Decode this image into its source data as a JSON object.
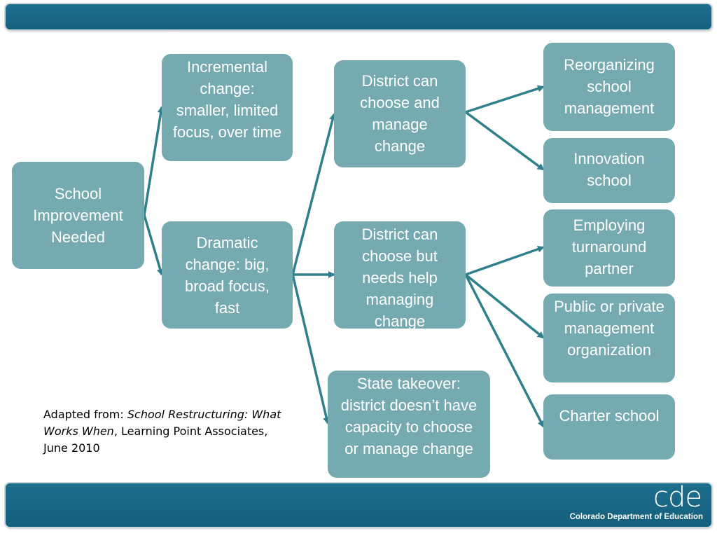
{
  "diagram": {
    "root": "School Improvement Needed",
    "incremental": "Incremental change: smaller, limited focus, over time",
    "dramatic": "Dramatic change: big, broad focus, fast",
    "district_choose_manage": "District can choose and manage change",
    "district_choose_help": "District can choose but needs help managing change",
    "state_takeover": "State takeover: district doesn’t have capacity to choose or manage change",
    "reorganizing": "Reorganizing school management",
    "innovation": "Innovation school",
    "employing": "Employing turnaround partner",
    "public_private": "Public or private management organization",
    "charter": "Charter school"
  },
  "citation": {
    "prefix": "Adapted from: ",
    "title": "School Restructuring: What Works When",
    "suffix": ", Learning Point Associates, June 2010"
  },
  "branding": {
    "logo": "cde",
    "org_name": "Colorado Department of Education"
  },
  "colors": {
    "box_fill": "#74aab0",
    "arrow": "#2f7f8c",
    "bar": "#1a6888"
  }
}
